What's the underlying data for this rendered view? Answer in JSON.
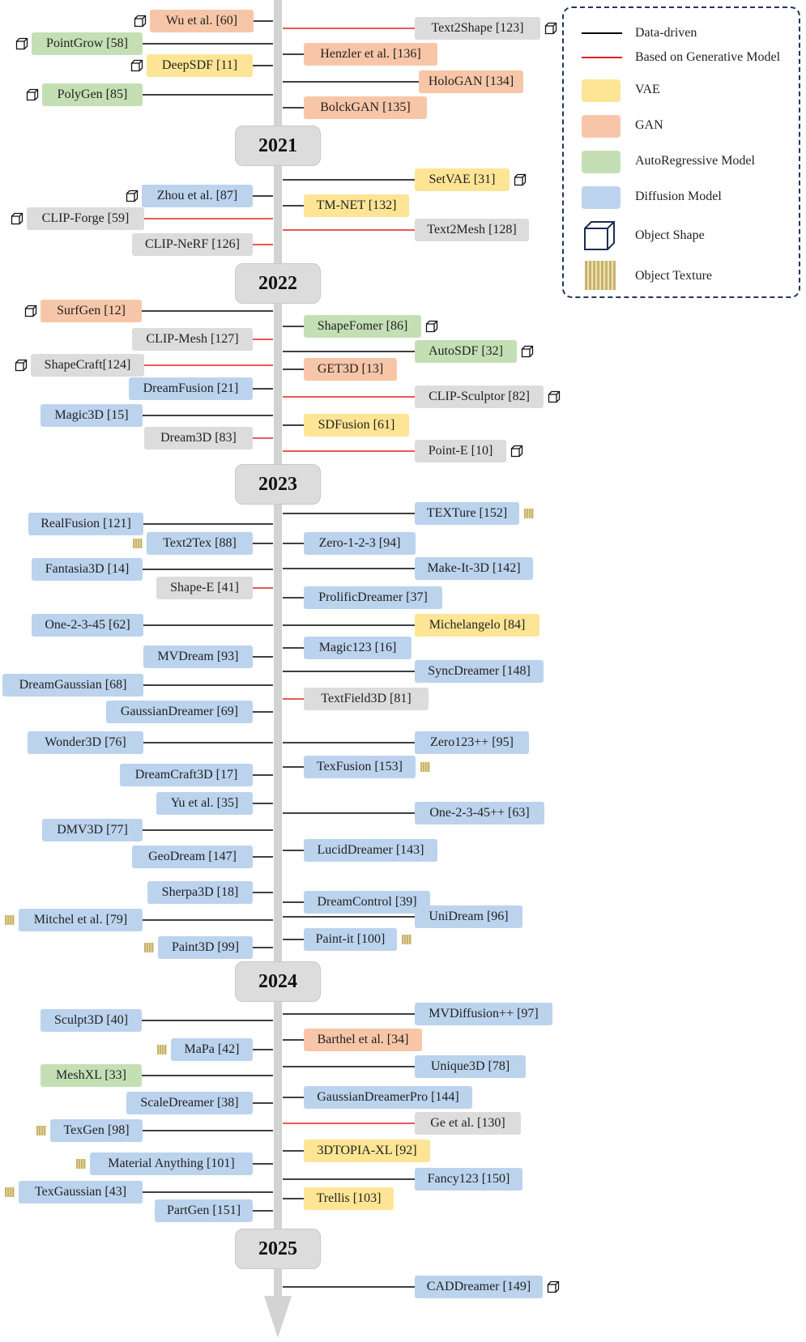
{
  "colors": {
    "vae": "#fde595",
    "gan": "#f7c6a8",
    "autoregressive": "#c5dfb5",
    "diffusion": "#bcd3ee",
    "other": "#dcdcdc",
    "data_driven_line": "#000000",
    "generative_line": "#e02020",
    "axis": "#d3d3d3",
    "texture": "#c8b36a",
    "legend_border": "#22355c"
  },
  "legend": {
    "data_driven": "Data-driven",
    "generative": "Based on Generative Model",
    "vae": "VAE",
    "gan": "GAN",
    "autoregressive": "AutoRegressive Model",
    "diffusion": "Diffusion Model",
    "shape": "Object Shape",
    "texture": "Object Texture"
  },
  "years": [
    "2021",
    "2022",
    "2023",
    "2024",
    "2025"
  ],
  "methods": [
    {
      "label": "Wu et al. [60]",
      "cat": "gan",
      "side": "left",
      "line": "data",
      "marker": "shape"
    },
    {
      "label": "PointGrow [58]",
      "cat": "autoregressive",
      "side": "left",
      "line": "data",
      "marker": "shape"
    },
    {
      "label": "DeepSDF [11]",
      "cat": "vae",
      "side": "left",
      "line": "data",
      "marker": "shape"
    },
    {
      "label": "PolyGen [85]",
      "cat": "autoregressive",
      "side": "left",
      "line": "data",
      "marker": "shape"
    },
    {
      "label": "Text2Shape [123]",
      "cat": "other",
      "side": "right",
      "line": "gen",
      "marker": "shape"
    },
    {
      "label": "Henzler et al. [136]",
      "cat": "gan",
      "side": "right",
      "line": "data",
      "marker": ""
    },
    {
      "label": "HoloGAN [134]",
      "cat": "gan",
      "side": "right",
      "line": "data",
      "marker": ""
    },
    {
      "label": "BolckGAN [135]",
      "cat": "gan",
      "side": "right",
      "line": "data",
      "marker": ""
    },
    {
      "label": "Zhou et al. [87]",
      "cat": "diffusion",
      "side": "left",
      "line": "data",
      "marker": "shape"
    },
    {
      "label": "CLIP-Forge [59]",
      "cat": "other",
      "side": "left",
      "line": "gen",
      "marker": "shape"
    },
    {
      "label": "CLIP-NeRF [126]",
      "cat": "other",
      "side": "left",
      "line": "gen",
      "marker": ""
    },
    {
      "label": "SetVAE [31]",
      "cat": "vae",
      "side": "right",
      "line": "data",
      "marker": "shape"
    },
    {
      "label": "TM-NET [132]",
      "cat": "vae",
      "side": "right",
      "line": "data",
      "marker": ""
    },
    {
      "label": "Text2Mesh [128]",
      "cat": "other",
      "side": "right",
      "line": "gen",
      "marker": ""
    },
    {
      "label": "SurfGen [12]",
      "cat": "gan",
      "side": "left",
      "line": "data",
      "marker": "shape"
    },
    {
      "label": "CLIP-Mesh [127]",
      "cat": "other",
      "side": "left",
      "line": "gen",
      "marker": ""
    },
    {
      "label": "ShapeCraft[124]",
      "cat": "other",
      "side": "left",
      "line": "gen",
      "marker": "shape"
    },
    {
      "label": "DreamFusion [21]",
      "cat": "diffusion",
      "side": "left",
      "line": "data",
      "marker": ""
    },
    {
      "label": "Magic3D [15]",
      "cat": "diffusion",
      "side": "left",
      "line": "data",
      "marker": ""
    },
    {
      "label": "Dream3D [83]",
      "cat": "other",
      "side": "left",
      "line": "gen",
      "marker": ""
    },
    {
      "label": "ShapeFomer [86]",
      "cat": "autoregressive",
      "side": "right",
      "line": "data",
      "marker": "shape"
    },
    {
      "label": "AutoSDF [32]",
      "cat": "autoregressive",
      "side": "right",
      "line": "data",
      "marker": "shape"
    },
    {
      "label": "GET3D [13]",
      "cat": "gan",
      "side": "right",
      "line": "data",
      "marker": ""
    },
    {
      "label": "CLIP-Sculptor [82]",
      "cat": "other",
      "side": "right",
      "line": "gen",
      "marker": "shape"
    },
    {
      "label": "SDFusion [61]",
      "cat": "vae",
      "side": "right",
      "line": "data",
      "marker": ""
    },
    {
      "label": "Point-E [10]",
      "cat": "other",
      "side": "right",
      "line": "gen",
      "marker": "shape"
    },
    {
      "label": "RealFusion [121]",
      "cat": "diffusion",
      "side": "left",
      "line": "data",
      "marker": ""
    },
    {
      "label": "Text2Tex [88]",
      "cat": "diffusion",
      "side": "left",
      "line": "data",
      "marker": "texture"
    },
    {
      "label": "Fantasia3D [14]",
      "cat": "diffusion",
      "side": "left",
      "line": "data",
      "marker": ""
    },
    {
      "label": "Shape-E [41]",
      "cat": "other",
      "side": "left",
      "line": "gen",
      "marker": ""
    },
    {
      "label": "One-2-3-45 [62]",
      "cat": "diffusion",
      "side": "left",
      "line": "data",
      "marker": ""
    },
    {
      "label": "MVDream [93]",
      "cat": "diffusion",
      "side": "left",
      "line": "data",
      "marker": ""
    },
    {
      "label": "DreamGaussian [68]",
      "cat": "diffusion",
      "side": "left",
      "line": "data",
      "marker": ""
    },
    {
      "label": "GaussianDreamer [69]",
      "cat": "diffusion",
      "side": "left",
      "line": "data",
      "marker": ""
    },
    {
      "label": "Wonder3D [76]",
      "cat": "diffusion",
      "side": "left",
      "line": "data",
      "marker": ""
    },
    {
      "label": "DreamCraft3D [17]",
      "cat": "diffusion",
      "side": "left",
      "line": "data",
      "marker": ""
    },
    {
      "label": "Yu et al. [35]",
      "cat": "diffusion",
      "side": "left",
      "line": "data",
      "marker": ""
    },
    {
      "label": "DMV3D [77]",
      "cat": "diffusion",
      "side": "left",
      "line": "data",
      "marker": ""
    },
    {
      "label": "GeoDream [147]",
      "cat": "diffusion",
      "side": "left",
      "line": "data",
      "marker": ""
    },
    {
      "label": "Sherpa3D [18]",
      "cat": "diffusion",
      "side": "left",
      "line": "data",
      "marker": ""
    },
    {
      "label": "Mitchel et al. [79]",
      "cat": "diffusion",
      "side": "left",
      "line": "data",
      "marker": "texture"
    },
    {
      "label": "Paint3D [99]",
      "cat": "diffusion",
      "side": "left",
      "line": "data",
      "marker": "texture"
    },
    {
      "label": "TEXTure [152]",
      "cat": "diffusion",
      "side": "right",
      "line": "data",
      "marker": "texture"
    },
    {
      "label": "Zero-1-2-3 [94]",
      "cat": "diffusion",
      "side": "right",
      "line": "data",
      "marker": ""
    },
    {
      "label": "Make-It-3D [142]",
      "cat": "diffusion",
      "side": "right",
      "line": "data",
      "marker": ""
    },
    {
      "label": "ProlificDreamer [37]",
      "cat": "diffusion",
      "side": "right",
      "line": "data",
      "marker": ""
    },
    {
      "label": "Michelangelo [84]",
      "cat": "vae",
      "side": "right",
      "line": "data",
      "marker": ""
    },
    {
      "label": "Magic123 [16]",
      "cat": "diffusion",
      "side": "right",
      "line": "data",
      "marker": ""
    },
    {
      "label": "SyncDreamer [148]",
      "cat": "diffusion",
      "side": "right",
      "line": "data",
      "marker": ""
    },
    {
      "label": "TextField3D [81]",
      "cat": "other",
      "side": "right",
      "line": "gen",
      "marker": ""
    },
    {
      "label": "Zero123++ [95]",
      "cat": "diffusion",
      "side": "right",
      "line": "data",
      "marker": ""
    },
    {
      "label": "TexFusion [153]",
      "cat": "diffusion",
      "side": "right",
      "line": "data",
      "marker": "texture"
    },
    {
      "label": "One-2-3-45++ [63]",
      "cat": "diffusion",
      "side": "right",
      "line": "data",
      "marker": ""
    },
    {
      "label": "LucidDreamer [143]",
      "cat": "diffusion",
      "side": "right",
      "line": "data",
      "marker": ""
    },
    {
      "label": "DreamControl [39]",
      "cat": "diffusion",
      "side": "right",
      "line": "data",
      "marker": ""
    },
    {
      "label": "UniDream [96]",
      "cat": "diffusion",
      "side": "right",
      "line": "data",
      "marker": ""
    },
    {
      "label": "Paint-it [100]",
      "cat": "diffusion",
      "side": "right",
      "line": "data",
      "marker": "texture"
    },
    {
      "label": "Sculpt3D [40]",
      "cat": "diffusion",
      "side": "left",
      "line": "data",
      "marker": ""
    },
    {
      "label": "MaPa [42]",
      "cat": "diffusion",
      "side": "left",
      "line": "data",
      "marker": "texture"
    },
    {
      "label": "MeshXL [33]",
      "cat": "autoregressive",
      "side": "left",
      "line": "data",
      "marker": ""
    },
    {
      "label": "ScaleDreamer [38]",
      "cat": "diffusion",
      "side": "left",
      "line": "data",
      "marker": ""
    },
    {
      "label": "TexGen [98]",
      "cat": "diffusion",
      "side": "left",
      "line": "data",
      "marker": "texture"
    },
    {
      "label": "Material Anything [101]",
      "cat": "diffusion",
      "side": "left",
      "line": "data",
      "marker": "texture"
    },
    {
      "label": "TexGaussian [43]",
      "cat": "diffusion",
      "side": "left",
      "line": "data",
      "marker": "texture"
    },
    {
      "label": "PartGen [151]",
      "cat": "diffusion",
      "side": "left",
      "line": "data",
      "marker": ""
    },
    {
      "label": "MVDiffusion++ [97]",
      "cat": "diffusion",
      "side": "right",
      "line": "data",
      "marker": ""
    },
    {
      "label": "Barthel et al. [34]",
      "cat": "gan",
      "side": "right",
      "line": "data",
      "marker": ""
    },
    {
      "label": "Unique3D [78]",
      "cat": "diffusion",
      "side": "right",
      "line": "data",
      "marker": ""
    },
    {
      "label": "GaussianDreamerPro [144]",
      "cat": "diffusion",
      "side": "right",
      "line": "data",
      "marker": ""
    },
    {
      "label": "Ge et al. [130]",
      "cat": "other",
      "side": "right",
      "line": "gen",
      "marker": ""
    },
    {
      "label": "3DTOPIA-XL [92]",
      "cat": "vae",
      "side": "right",
      "line": "data",
      "marker": ""
    },
    {
      "label": "Fancy123 [150]",
      "cat": "diffusion",
      "side": "right",
      "line": "data",
      "marker": ""
    },
    {
      "label": "Trellis [103]",
      "cat": "vae",
      "side": "right",
      "line": "data",
      "marker": ""
    },
    {
      "label": "CADDreamer [149]",
      "cat": "diffusion",
      "side": "right",
      "line": "data",
      "marker": "shape"
    }
  ]
}
